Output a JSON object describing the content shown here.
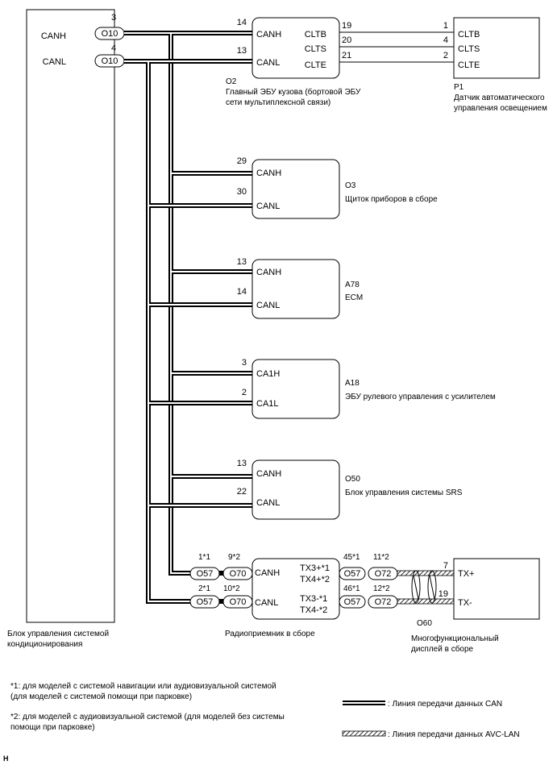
{
  "ac_unit": {
    "pin_canh": "3",
    "pin_canl": "4",
    "sig_canh": "CANH",
    "sig_canl": "CANL",
    "conn": "O10",
    "caption_1": "Блок управления системой",
    "caption_2": "кондиционирования"
  },
  "main_body_ecu": {
    "code": "O2",
    "caption_1": "Главный ЭБУ кузова (бортовой ЭБУ",
    "caption_2": "сети мультиплексной связи)",
    "pin_canh": "14",
    "pin_canl": "13",
    "sig_canh": "CANH",
    "sig_canl": "CANL",
    "out_1": "CLTB",
    "out_2": "CLTS",
    "out_3": "CLTE",
    "out_pin_1": "19",
    "out_pin_2": "20",
    "out_pin_3": "21"
  },
  "light_sensor": {
    "code": "P1",
    "caption_1": "Датчик автоматического",
    "caption_2": "управления освещением",
    "sig_1": "CLTB",
    "sig_2": "CLTS",
    "sig_3": "CLTE",
    "pin_1": "1",
    "pin_2": "4",
    "pin_3": "2"
  },
  "meter": {
    "code": "O3",
    "caption": "Щиток приборов в сборе",
    "pin_canh": "29",
    "pin_canl": "30",
    "sig_canh": "CANH",
    "sig_canl": "CANL"
  },
  "ecm": {
    "code": "A78",
    "caption": "ECM",
    "pin_canh": "13",
    "pin_canl": "14",
    "sig_canh": "CANH",
    "sig_canl": "CANL"
  },
  "eps": {
    "code": "A18",
    "caption": "ЭБУ рулевого управления с усилителем",
    "pin_canh": "3",
    "pin_canl": "2",
    "sig_canh": "CA1H",
    "sig_canl": "CA1L"
  },
  "srs": {
    "code": "O50",
    "caption": "Блок управления системы SRS",
    "pin_canh": "13",
    "pin_canl": "22",
    "sig_canh": "CANH",
    "sig_canl": "CANL"
  },
  "radio": {
    "caption": "Радиоприемник в сборе",
    "sig_canh": "CANH",
    "sig_canl": "CANL",
    "tx_p1": "TX3+*1",
    "tx_p2": "TX4+*2",
    "tx_m1": "TX3-*1",
    "tx_m2": "TX4-*2",
    "conn_o57": "O57",
    "conn_o70": "O70",
    "conn_o72": "O72",
    "pin_h_o57": "1*1",
    "pin_h_o70": "9*2",
    "pin_l_o57": "2*1",
    "pin_l_o70": "10*2",
    "pin_p_o57": "45*1",
    "pin_p_o72": "11*2",
    "pin_m_o57": "46*1",
    "pin_m_o72": "12*2"
  },
  "display": {
    "code": "O60",
    "caption_1": "Многофункциональный",
    "caption_2": "дисплей в сборе",
    "sig_p": "TX+",
    "sig_m": "TX-",
    "pin_p": "7",
    "pin_m": "19"
  },
  "notes": {
    "n1_line1": "*1: для моделей с системой навигации или аудиовизуальной системой",
    "n1_line2": "(для моделей с системой помощи при парковке)",
    "n2_line1": "*2: для моделей с аудиовизуальной системой (для моделей без системы",
    "n2_line2": "помощи при парковке)"
  },
  "legend": {
    "can": ": Линия передачи данных CAN",
    "avc": ": Линия передачи данных AVC-LAN"
  },
  "corner_mark": "H"
}
